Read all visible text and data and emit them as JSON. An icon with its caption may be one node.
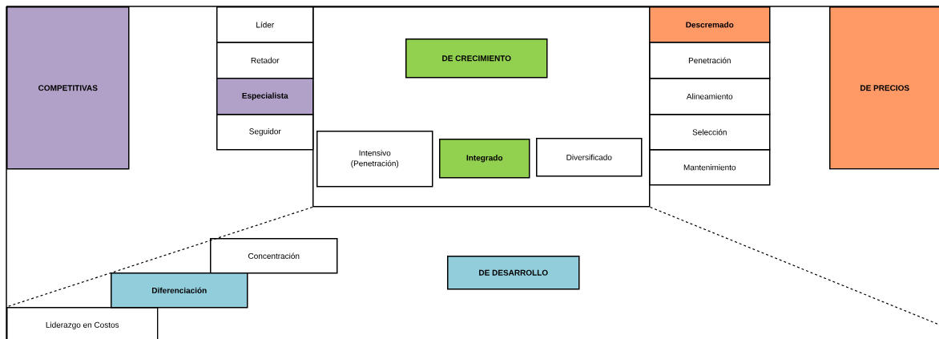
{
  "diagram": {
    "nodes": [
      {
        "text": [
          "COMPETITIVAS"
        ]
      },
      {
        "text": [
          "Líder"
        ]
      },
      {
        "text": [
          "Retador"
        ]
      },
      {
        "text": [
          "Especialista"
        ]
      },
      {
        "text": [
          "Seguidor"
        ]
      },
      {
        "text": [],
        "shape": "box"
      },
      {
        "text": [
          "DE CRECIMIENTO"
        ],
        "in": 5
      },
      {
        "text": [
          "Intensivo (Penetración)"
        ],
        "in": 5
      },
      {
        "text": [
          "Integrado"
        ],
        "in": 5
      },
      {
        "text": [
          "Diversificado"
        ],
        "in": 5
      },
      {
        "text": [
          "Descremado"
        ]
      },
      {
        "text": [
          "Penetración"
        ]
      },
      {
        "text": [
          "Alineamiento"
        ]
      },
      {
        "text": [
          "Selección"
        ]
      },
      {
        "text": [
          "Mantenimiento"
        ]
      },
      {
        "text": [
          "DE PRECIOS"
        ]
      },
      {
        "text": [
          "Concentración"
        ]
      },
      {
        "text": [
          "Diferenciación"
        ]
      },
      {
        "text": [
          "Liderazgo en Costos"
        ]
      },
      {
        "text": [
          "DE DESARROLLO"
        ]
      }
    ],
    "edges": [
      {
        "from": 5,
        "to": 18,
        "arrow": "none",
        "style": "dashed"
      },
      {
        "from": 5,
        "to": null,
        "arrow": "none",
        "style": "dashed"
      }
    ]
  }
}
